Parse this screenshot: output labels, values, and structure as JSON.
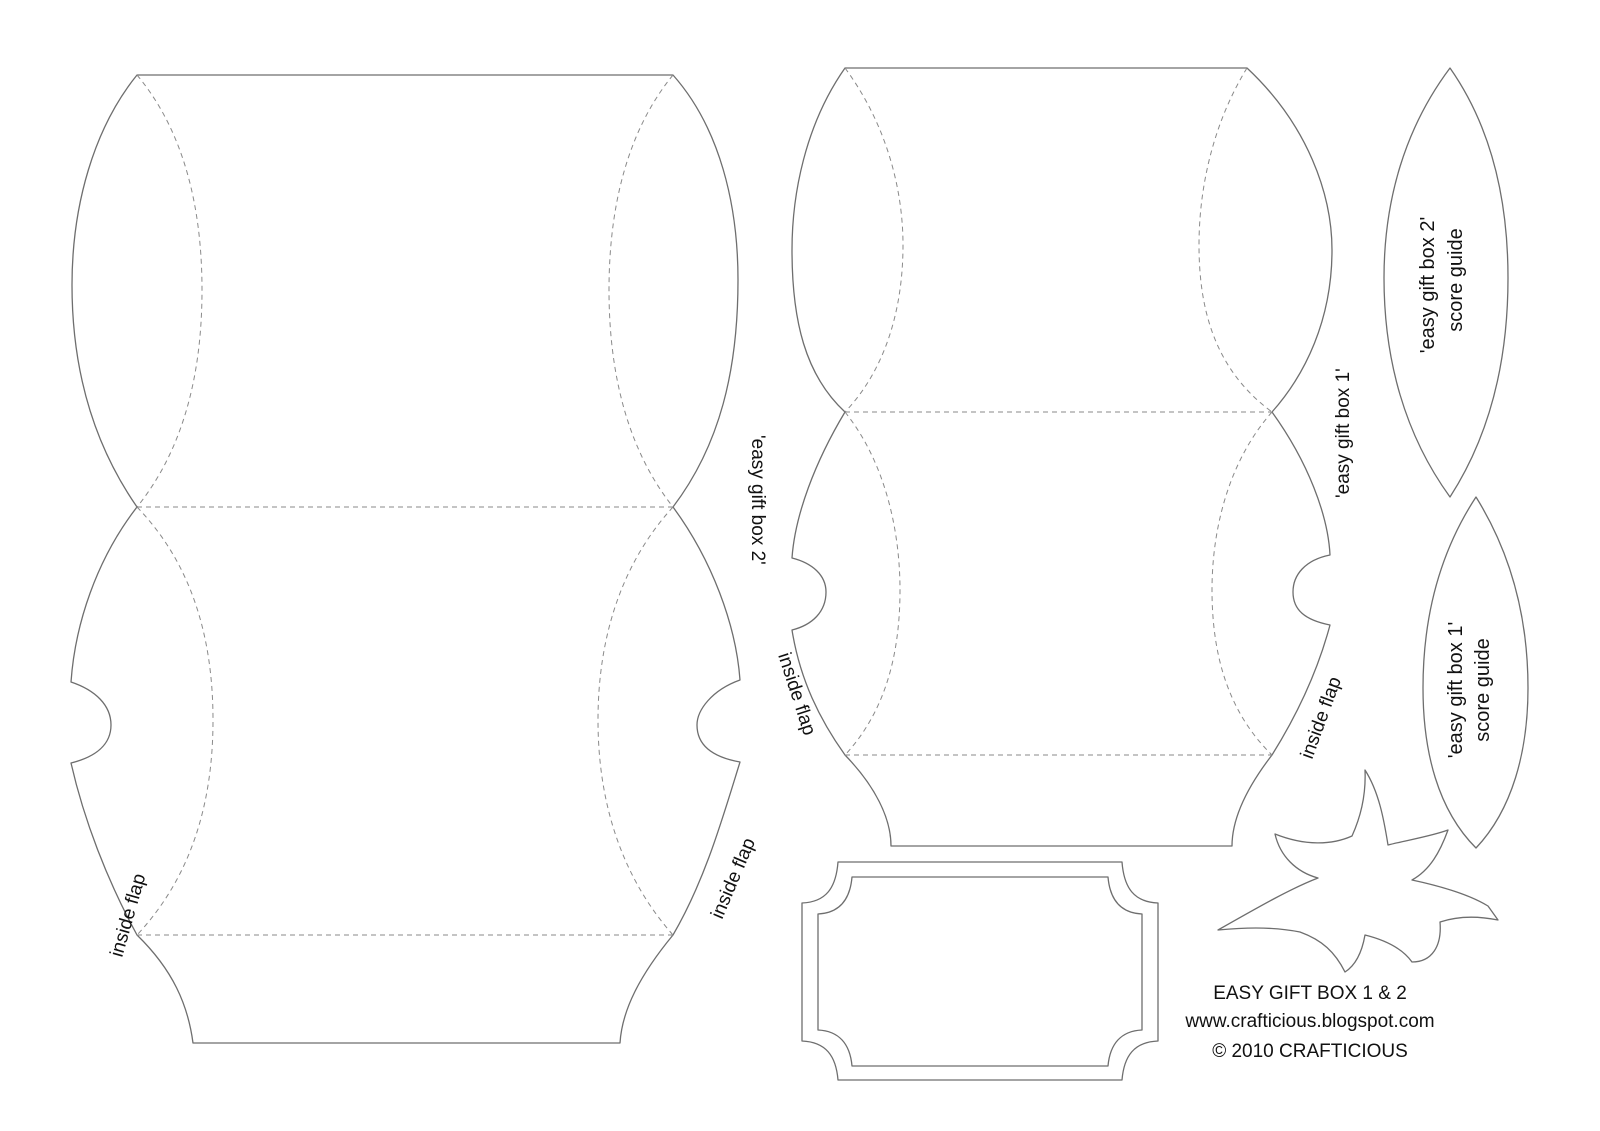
{
  "box2": {
    "name_label": "'easy gift box 2'",
    "flap_left_label": "inside flap",
    "flap_right_label": "inside flap"
  },
  "box1": {
    "name_label": "'easy gift box 1'",
    "flap_left_label": "inside flap",
    "flap_right_label": "inside flap"
  },
  "guide2": {
    "line1": "'easy gift box 2'",
    "line2": "score guide"
  },
  "guide1": {
    "line1": "'easy gift box 1'",
    "line2": "score guide"
  },
  "credits": {
    "title": "EASY GIFT BOX 1 & 2",
    "website": "www.crafticious.blogspot.com",
    "copyright": "© 2010  CRAFTICIOUS"
  }
}
